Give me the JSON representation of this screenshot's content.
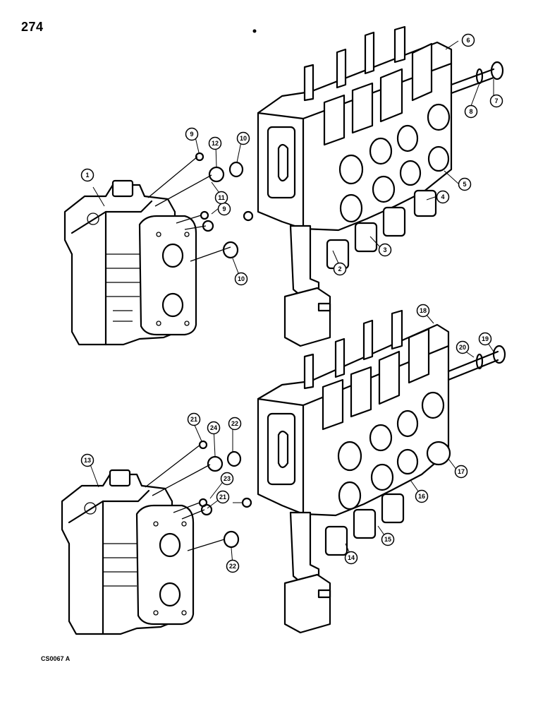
{
  "page": {
    "number": "274",
    "figure_code": "CS0067 A"
  },
  "callouts": [
    {
      "id": "c1",
      "label": "1"
    },
    {
      "id": "c2",
      "label": "2"
    },
    {
      "id": "c3",
      "label": "3"
    },
    {
      "id": "c4",
      "label": "4"
    },
    {
      "id": "c5",
      "label": "5"
    },
    {
      "id": "c6",
      "label": "6"
    },
    {
      "id": "c7",
      "label": "7"
    },
    {
      "id": "c8",
      "label": "8"
    },
    {
      "id": "c9a",
      "label": "9"
    },
    {
      "id": "c9b",
      "label": "9"
    },
    {
      "id": "c10a",
      "label": "10"
    },
    {
      "id": "c10b",
      "label": "10"
    },
    {
      "id": "c11",
      "label": "11"
    },
    {
      "id": "c12",
      "label": "12"
    },
    {
      "id": "c13",
      "label": "13"
    },
    {
      "id": "c14",
      "label": "14"
    },
    {
      "id": "c15",
      "label": "15"
    },
    {
      "id": "c16",
      "label": "16"
    },
    {
      "id": "c17",
      "label": "17"
    },
    {
      "id": "c18",
      "label": "18"
    },
    {
      "id": "c19",
      "label": "19"
    },
    {
      "id": "c20",
      "label": "20"
    },
    {
      "id": "c21a",
      "label": "21"
    },
    {
      "id": "c21b",
      "label": "21"
    },
    {
      "id": "c22a",
      "label": "22"
    },
    {
      "id": "c22b",
      "label": "22"
    },
    {
      "id": "c23",
      "label": "23"
    },
    {
      "id": "c24",
      "label": "24"
    }
  ]
}
